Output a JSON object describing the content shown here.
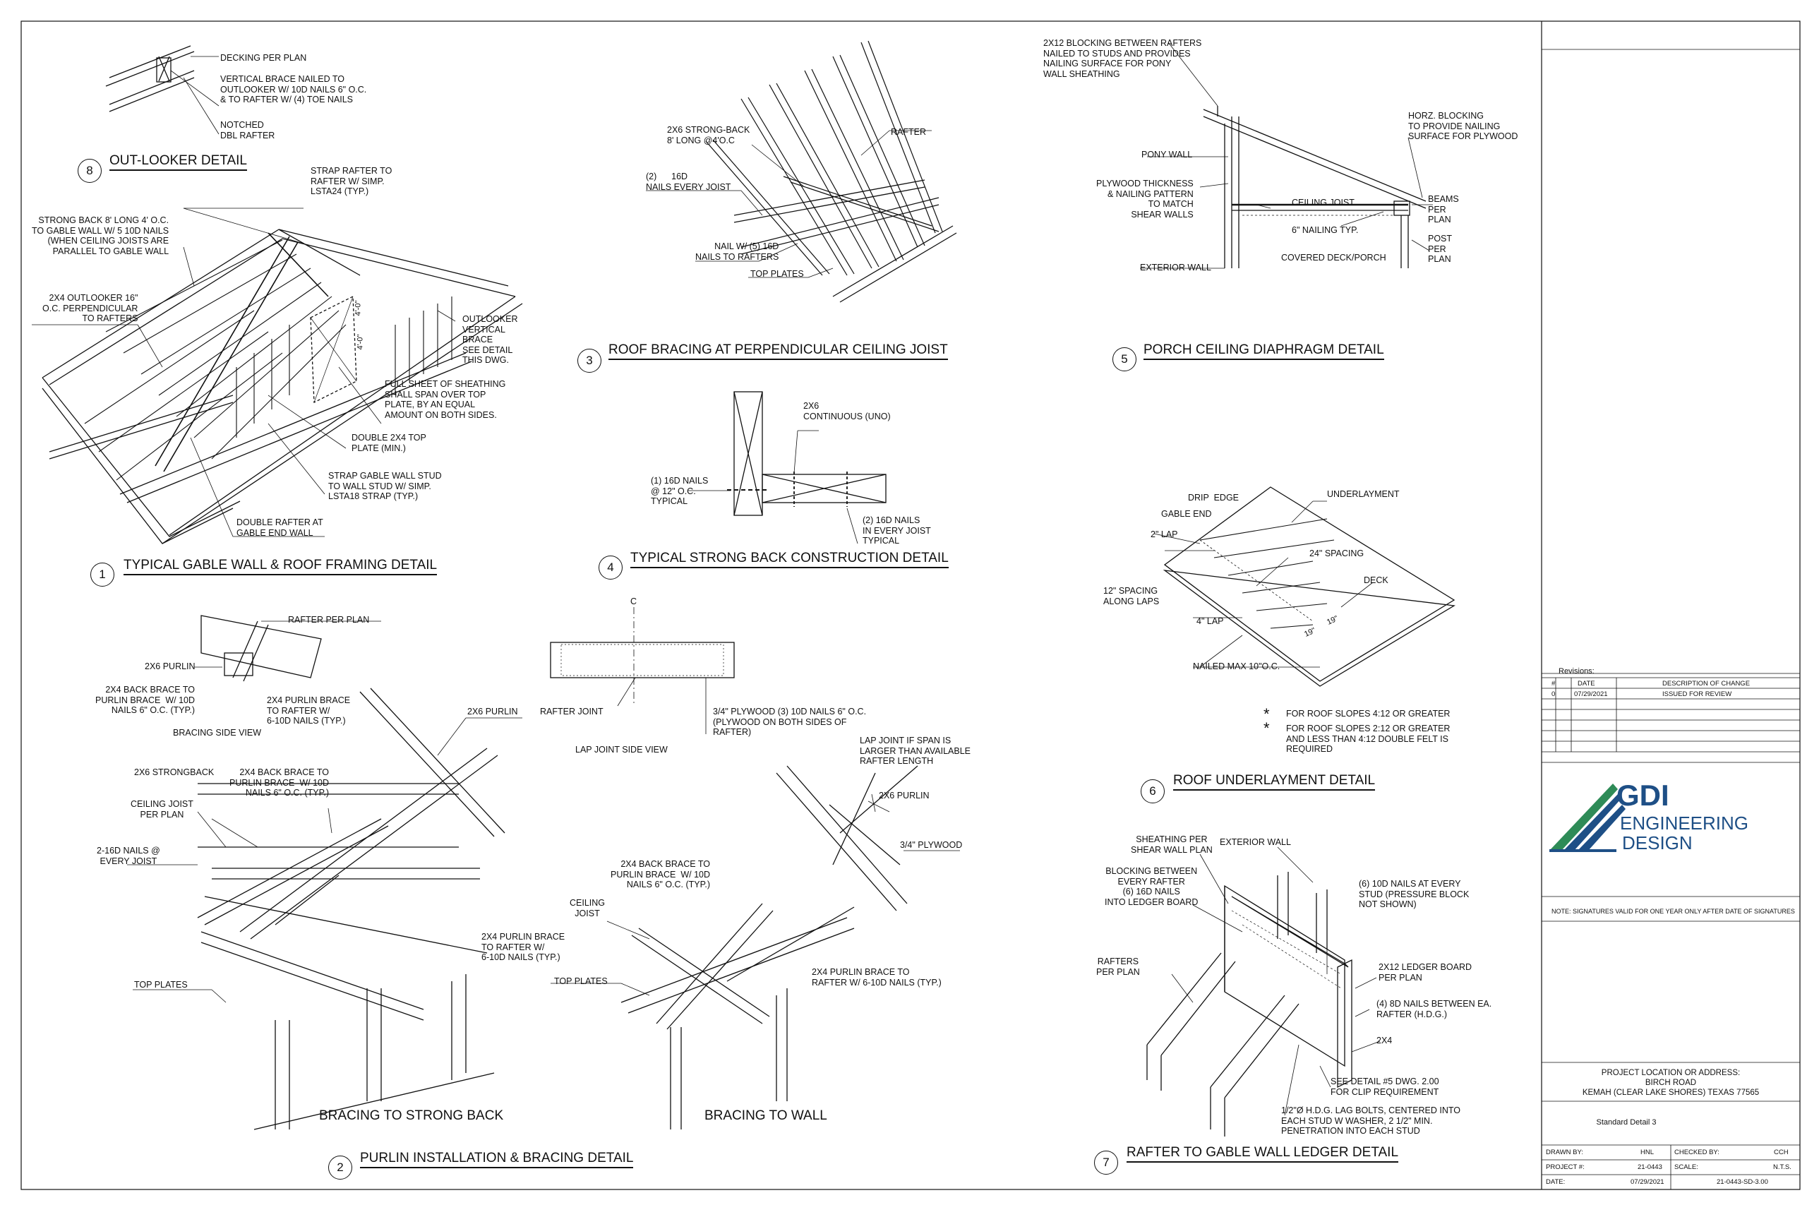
{
  "details": {
    "d8": {
      "number": "8",
      "title": "OUT-LOOKER DETAIL",
      "notes": [
        "DECKING PER PLAN",
        "VERTICAL BRACE NAILED TO\nOUTLOOKER W/ 10D NAILS 6\" O.C.\n& TO RAFTER W/ (4) TOE NAILS",
        "NOTCHED\nDBL RAFTER"
      ]
    },
    "d1": {
      "number": "1",
      "title": "TYPICAL GABLE WALL & ROOF FRAMING DETAIL",
      "notes": [
        "STRAP RAFTER TO\nRAFTER W/ SIMP.\nLSTA24 (TYP.)",
        "STRONG BACK 8' LONG 4' O.C.\nTO GABLE WALL W/ 5 10d NAILS\n(WHEN CEILING JOISTS ARE\nPARALLEL TO GABLE WALL",
        "2X4 OUTLOOKER 16\"\nO.C. PERPENDICULAR\nTO RAFTERS",
        "OUTLOOKER\nVERTICAL\nBRACE\nSEE DETAIL\nTHIS DWG.",
        "FULL SHEET OF SHEATHING\nSHALL SPAN OVER TOP\nPLATE, BY AN EQUAL\nAMOUNT ON BOTH SIDES.",
        "DOUBLE 2X4 TOP\nPLATE (MIN.)",
        "STRAP GABLE WALL STUD\nTO WALL STUD W/ SIMP.\nLSTA18 STRAP (TYP.)",
        "DOUBLE RAFTER AT\nGABLE END WALL"
      ],
      "dims": [
        "4'-0\"",
        "4'-0\""
      ]
    },
    "d3": {
      "number": "3",
      "title": "ROOF BRACING AT PERPENDICULAR CEILING JOIST",
      "notes": [
        "2X6 STRONG-BACK\n8' LONG @4'O.C",
        "RAFTER",
        "(2)      16d\nNAILS EVERY JOIST",
        "NAIL W/ (5) 16d\nNAILS TO RAFTERS",
        "TOP PLATES"
      ]
    },
    "d5": {
      "number": "5",
      "title": "PORCH CEILING DIAPHRAGM DETAIL",
      "notes": [
        "2x12 BLOCKING BETWEEN RAFTERS\nNAILED TO STUDS AND PROVIDES\nNAILING SURFACE FOR PONY\nWALL SHEATHING",
        "HORZ. BLOCKING\nTO PROVIDE NAILING\nSURFACE FOR PLYWOOD",
        "PONY WALL",
        "PLYWOOD THICKNESS\n& NAILING PATTERN\nTO MATCH\nSHEAR WALLS",
        "CEILING JOIST",
        "6\" NAILING TYP.",
        "BEAMS\nPER\nPLAN",
        "POST\nPER\nPLAN",
        "EXTERIOR WALL",
        "COVERED DECK/PORCH"
      ]
    },
    "d4": {
      "number": "4",
      "title": "TYPICAL STRONG BACK CONSTRUCTION DETAIL",
      "notes": [
        "2X6\nCONTINUOUS (UNO)",
        "(1) 16d NAILS\n@ 12\" O.C.\nTYPICAL",
        "(2) 16d NAILS\nIN EVERY JOIST\nTYPICAL"
      ]
    },
    "d6": {
      "number": "6",
      "title": "ROOF UNDERLAYMENT DETAIL",
      "notes": [
        "DRIP  EDGE",
        "UNDERLAYMENT",
        "GABLE END",
        "2\" LAP",
        "24\" SPACING",
        "DECK",
        "12\" SPACING\nALONG LAPS",
        "4\" LAP",
        "NAILED MAX 10\"O.C."
      ],
      "dims": [
        "19\"",
        "19\""
      ],
      "footnotes": [
        "FOR ROOF SLOPES 4:12 OR GREATER",
        "FOR ROOF SLOPES 2:12 OR GREATER\nAND LESS THAN 4:12 DOUBLE FELT IS\nREQUIRED"
      ]
    },
    "d2": {
      "number": "2",
      "title": "PURLIN INSTALLATION & BRACING DETAIL",
      "subtitles": [
        "BRACING TO STRONG BACK",
        "BRACING TO WALL"
      ],
      "notes": [
        "RAFTER PER PLAN",
        "2X6 PURLIN",
        "2X4 BACK BRACE TO\nPURLIN BRACE  W/ 10D\nNAILS 6\" O.C. (TYP.)",
        "2X4 PURLIN BRACE\nTO RAFTER W/\n6-10D NAILS (TYP.)",
        "BRACING SIDE VIEW",
        "2X6 PURLIN",
        "2X6 STRONGBACK",
        "2X4 BACK BRACE TO\nPURLIN BRACE  W/ 10D\nNAILS 6\" O.C. (TYP.)",
        "CEILING JOIST\nPER PLAN",
        "2-16D NAILS @\nEVERY JOIST",
        "2X4 PURLIN BRACE\nTO RAFTER W/\n6-10D NAILS (TYP.)",
        "TOP PLATES",
        "RAFTER JOINT",
        "3/4\" PLYWOOD (3) 10d NAILS 6\" O.C.\n(PLYWOOD ON BOTH SIDES OF\nRAFTER)",
        "LAP JOINT SIDE VIEW",
        "LAP JOINT IF SPAN IS\nLARGER THAN AVAILABLE\nRAFTER LENGTH",
        "2X6 PURLIN",
        "3/4\" PLYWOOD",
        "2X4 BACK BRACE TO\nPURLIN BRACE  W/ 10D\nNAILS 6\" O.C. (TYP.)",
        "CEILING\nJOIST",
        "TOP PLATES",
        "2X4 PURLIN BRACE TO\nRAFTER W/ 6-10D NAILS (TYP.)"
      ],
      "centerline": "C"
    },
    "d7": {
      "number": "7",
      "title": "RAFTER TO GABLE WALL LEDGER DETAIL",
      "notes": [
        "SHEATHING PER\nSHEAR WALL PLAN",
        "EXTERIOR WALL",
        "BLOCKING BETWEEN\nEVERY RAFTER\n(6) 16d NAILS\nINTO LEDGER BOARD",
        "(6) 10d NAILS AT EVERY\nSTUD (PRESSURE BLOCK\nNOT SHOWN)",
        "RAFTERS\nPER PLAN",
        "2X12 LEDGER BOARD\nPER PLAN",
        "(4) 8d NAILS BETWEEN EA.\nRAFTER (H.D.G.)",
        "2X4",
        "SEE DETAIL #5 DWG. 2.00\nFOR CLIP REQUIREMENT",
        "1/2\"Ø H.D.G. LAG BOLTS, CENTERED INTO\nEACH STUD W WASHER, 2 1/2\" MIN.\nPENETRATION INTO EACH STUD"
      ]
    }
  },
  "title_block": {
    "revisions_label": "Revisions:",
    "rev_headers": [
      "#",
      "DATE",
      "DESCRIPTION OF CHANGE"
    ],
    "rev_rows": [
      [
        "0",
        "07/29/2021",
        "ISSUED FOR REVIEW"
      ]
    ],
    "logo": {
      "line1": "GDI",
      "line2": "ENGINEERING",
      "line3": "DESIGN",
      "color": "#1e4f86",
      "accent": "#2e8b57"
    },
    "note": "NOTE:  SIGNATURES VALID FOR ONE YEAR ONLY AFTER DATE OF SIGNATURES",
    "project_location": "PROJECT LOCATION OR ADDRESS:\nBIRCH ROAD\nKEMAH (CLEAR LAKE SHORES) TEXAS 77565",
    "sheet_name": "Standard Detail 3",
    "drawn_by_label": "DRAWN BY:",
    "drawn_by": "HNL",
    "checked_by_label": "CHECKED BY:",
    "checked_by": "CCH",
    "project_no_label": "PROJECT #:",
    "project_no": "21-0443",
    "scale_label": "SCALE:",
    "scale": "N.T.S.",
    "date_label": "DATE:",
    "date": "07/29/2021",
    "sheet_no": "21-0443-SD-3.00"
  }
}
